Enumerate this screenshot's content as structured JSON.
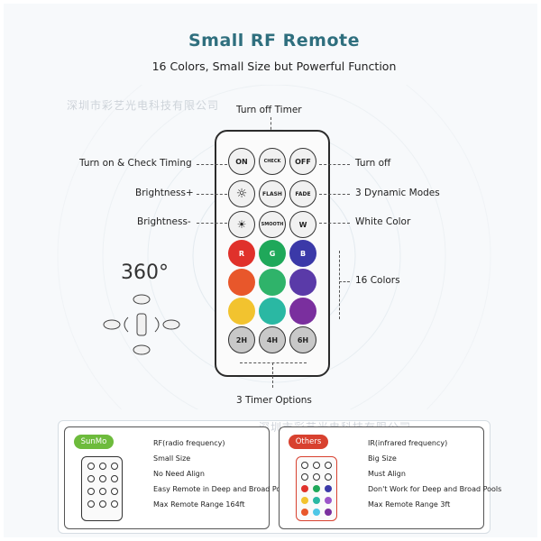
{
  "header": {
    "title": "Small RF Remote",
    "subtitle": "16 Colors, Small Size but Powerful Function"
  },
  "watermark": "深圳市彩艺光电科技有限公司",
  "labels": {
    "turn_off_timer": "Turn off Timer",
    "turn_on_check": "Turn on & Check Timing",
    "brightness_up": "Brightness+",
    "brightness_down": "Brightness-",
    "turn_off": "Turn off",
    "dynamic_modes": "3 Dynamic Modes",
    "white_color": "White Color",
    "sixteen_colors": "16 Colors",
    "timer_options": "3 Timer Options",
    "rotation": "360°"
  },
  "buttons": {
    "on": "ON",
    "timer_check": "CHECK",
    "off": "OFF",
    "flash": "FLASH",
    "fade": "FADE",
    "smooth": "SMOOTH",
    "white": "W",
    "red": "R",
    "green": "G",
    "blue": "B",
    "t2h": "2H",
    "t4h": "4H",
    "t6h": "6H"
  },
  "colors": {
    "accent": "#2f6f7e",
    "row1": [
      "#e0312b",
      "#1fa85a",
      "#3b39a8"
    ],
    "row2": [
      "#e8572b",
      "#2fb36a",
      "#5a3aa8"
    ],
    "row3": [
      "#f2c32f",
      "#2ab8a3",
      "#7a2f9e"
    ],
    "row4": [
      "#f3b2c8",
      "#4dc6e6",
      "#9c55c9"
    ],
    "sunmo_tag": "#6dbb3c",
    "others_tag": "#d8412f"
  },
  "comparison": {
    "left": {
      "tag": "SunMo",
      "features": [
        "RF(radio frequency)",
        "Small Size",
        "No Need Align",
        "Easy Remote in Deep and Broad Pools",
        "Max Remote Range 164ft"
      ]
    },
    "right": {
      "tag": "Others",
      "features": [
        "IR(infrared frequency)",
        "Big Size",
        "Must Align",
        "Don't Work for Deep and Broad Pools",
        "Max Remote Range 3ft"
      ]
    }
  }
}
